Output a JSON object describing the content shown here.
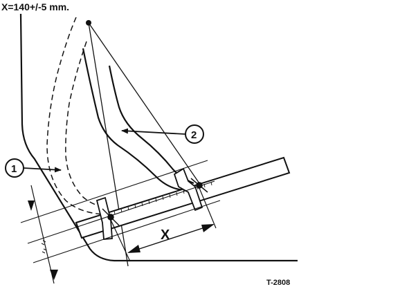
{
  "diagram": {
    "spec_label": "X=140+/-5 mm.",
    "figure_ref": "T-2808",
    "dimension_label": "X",
    "callouts": [
      {
        "number": "1"
      },
      {
        "number": "2"
      }
    ],
    "colors": {
      "ink": "#111111",
      "paper": "#ffffff"
    }
  }
}
